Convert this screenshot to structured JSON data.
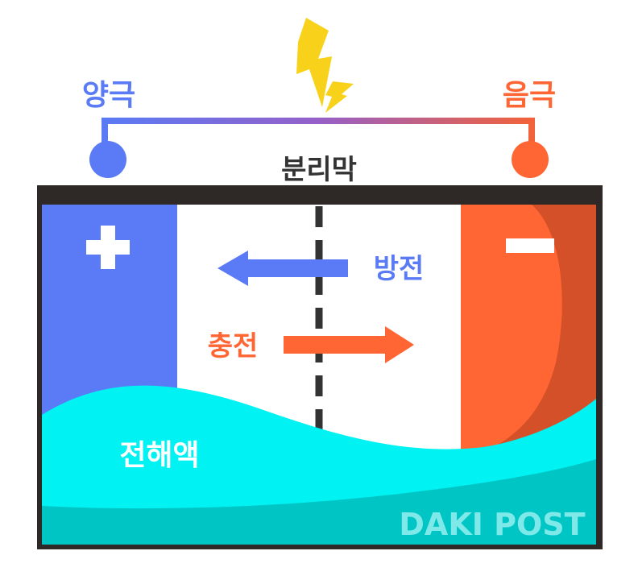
{
  "labels": {
    "anode": "양극",
    "cathode": "음극",
    "separator": "분리막",
    "discharge": "방전",
    "charge": "충전",
    "electrolyte": "전해액",
    "watermark": "DAKI POST",
    "plus_sign": "+",
    "minus_sign": "−"
  },
  "colors": {
    "anode_blue": "#5A7BF5",
    "cathode_orange": "#FF6633",
    "cathode_shade": "#D35028",
    "electrolyte_light": "#00F2F2",
    "electrolyte_dark": "#00C5C5",
    "casing": "#2E2826",
    "separator_text": "#333333",
    "bolt_yellow": "#F8D21A",
    "watermark": "#7FE9E9"
  },
  "icons": {
    "bolt": "lightning-bolt-icon",
    "plus": "plus-icon",
    "minus": "minus-icon"
  }
}
